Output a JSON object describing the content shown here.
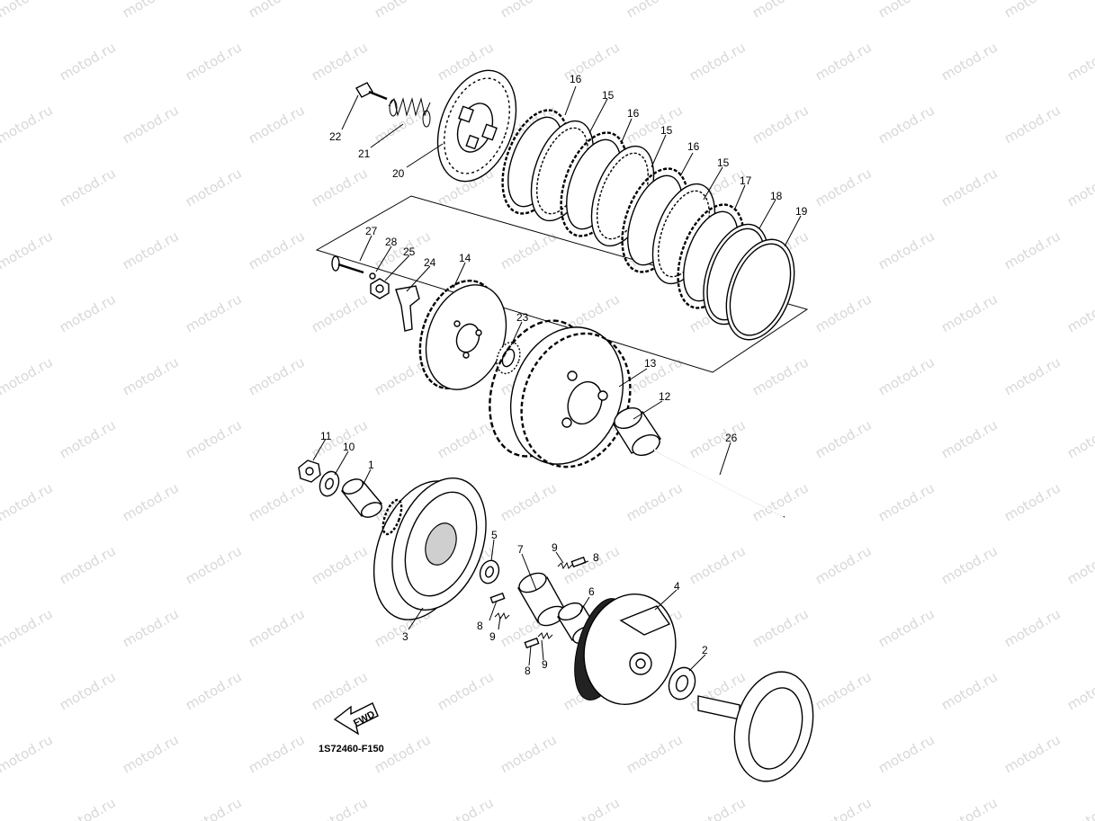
{
  "watermark": "motod.ru",
  "diagram_code": "1S72460-F150",
  "fwd_label": "FWD",
  "callouts": [
    "1",
    "2",
    "3",
    "4",
    "5",
    "6",
    "7",
    "8",
    "9",
    "10",
    "11",
    "12",
    "13",
    "14",
    "15",
    "16",
    "17",
    "18",
    "19",
    "20",
    "21",
    "22",
    "23",
    "24",
    "25",
    "26",
    "27",
    "28"
  ]
}
